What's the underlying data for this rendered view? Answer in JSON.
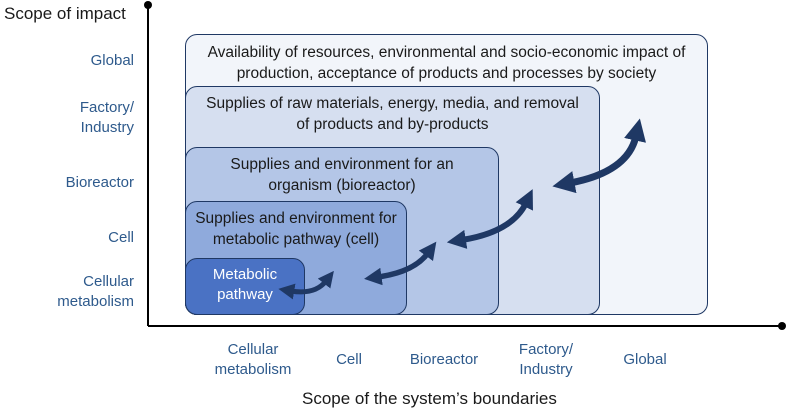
{
  "axes": {
    "y_title": "Scope of impact",
    "x_title": "Scope of the system’s boundaries"
  },
  "y_levels": [
    {
      "label": "Global"
    },
    {
      "label": "Factory/\nIndustry"
    },
    {
      "label": "Bioreactor"
    },
    {
      "label": "Cell"
    },
    {
      "label": "Cellular\nmetabolism"
    }
  ],
  "x_levels": [
    {
      "label": "Cellular\nmetabolism"
    },
    {
      "label": "Cell"
    },
    {
      "label": "Bioreactor"
    },
    {
      "label": "Factory/\nIndustry"
    },
    {
      "label": "Global"
    }
  ],
  "boxes": {
    "global": {
      "text": "Availability of resources, environmental and socio-economic impact of production, acceptance of products and processes by society",
      "fill": "#f2f5fa"
    },
    "factory": {
      "text": "Supplies of raw materials, energy, media, and removal of products and by-products",
      "fill": "#d6dff0"
    },
    "bioreactor": {
      "text": "Supplies and environment for an organism (bioreactor)",
      "fill": "#b4c6e7"
    },
    "cell": {
      "text": "Supplies and environment for metabolic pathway (cell)",
      "fill": "#8faadc"
    },
    "pathway": {
      "text": "Metabolic pathway",
      "fill": "#4a72c4"
    }
  },
  "colors": {
    "arrow": "#1f3864",
    "label_text": "#2e5a8c"
  }
}
